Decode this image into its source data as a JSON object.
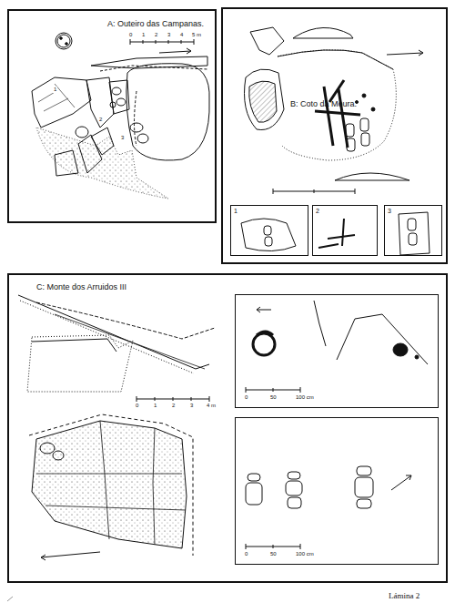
{
  "diagram": {
    "nodes": [
      {
        "text": [
          "A: Outeiro das Campanas."
        ]
      },
      {
        "text": [
          "B: Coto da Moura."
        ]
      },
      {
        "text": [
          "1"
        ],
        "in": 1
      },
      {
        "text": [
          "2"
        ],
        "in": 1
      },
      {
        "text": [
          "3"
        ],
        "in": 1
      },
      {
        "text": [
          "C: Monte dos Arruidos III"
        ]
      },
      {
        "text": [
          "0",
          "50",
          "100 cm"
        ],
        "in": 5
      },
      {
        "text": [
          "0",
          "50",
          "100 cm"
        ],
        "in": 5
      }
    ],
    "labels": [
      "1",
      "2",
      "3",
      "0",
      "1",
      "2",
      "3",
      "4",
      "5 m",
      "0",
      "1",
      "2",
      "3",
      "4 m",
      "Lámina 2"
    ]
  }
}
